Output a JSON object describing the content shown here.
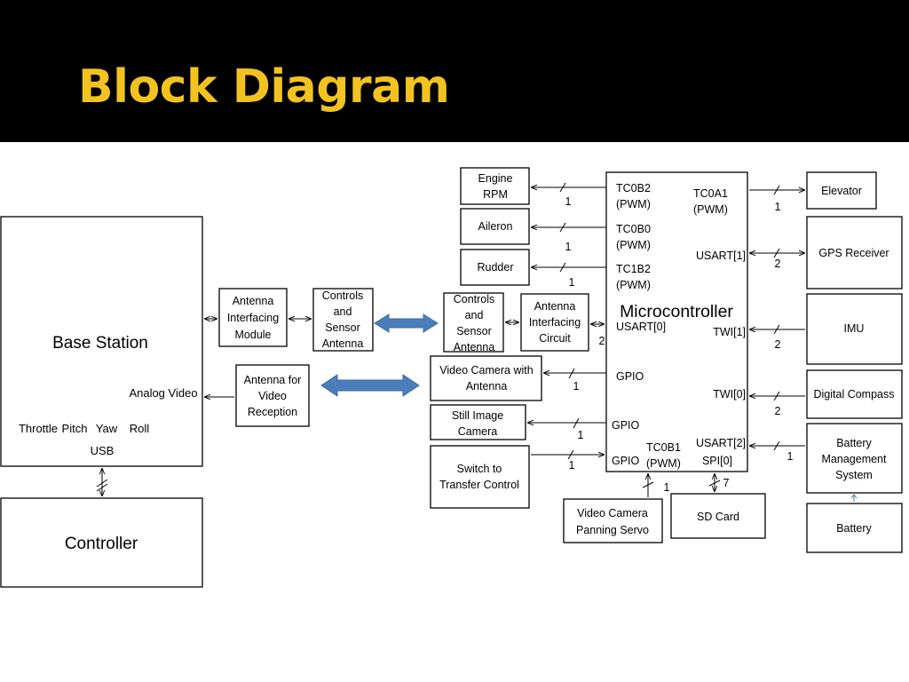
{
  "title": "Block Diagram",
  "colors": {
    "title": "#f2c320",
    "header_bg": "#000000",
    "link_arrow": "#4a7ebb"
  },
  "blocks": {
    "base_station": {
      "label": "Base Station",
      "analog_video": "Analog Video",
      "throttle": "Throttle",
      "pitch": "Pitch",
      "yaw": "Yaw",
      "roll": "Roll",
      "usb": "USB"
    },
    "controller": {
      "label": "Controller"
    },
    "ant_if_module": [
      "Antenna",
      "Interfacing",
      "Module"
    ],
    "ctrl_sensor_ant_left": [
      "Controls",
      "and",
      "Sensor",
      "Antenna"
    ],
    "ant_video_rx": [
      "Antenna for",
      "Video",
      "Reception"
    ],
    "ctrl_sensor_ant_right": [
      "Controls",
      "and",
      "Sensor",
      "Antenna"
    ],
    "ant_if_circuit": [
      "Antenna",
      "Interfacing",
      "Circuit"
    ],
    "engine_rpm": [
      "Engine",
      "RPM"
    ],
    "aileron": "Aileron",
    "rudder": "Rudder",
    "video_camera_antenna": [
      "Video Camera with",
      "Antenna"
    ],
    "still_image_camera": [
      "Still Image",
      "Camera"
    ],
    "switch_transfer": [
      "Switch to",
      "Transfer Control"
    ],
    "video_camera_servo": [
      "Video Camera",
      "Panning Servo"
    ],
    "sd_card": "SD Card",
    "elevator": "Elevator",
    "gps_receiver": "GPS Receiver",
    "imu": "IMU",
    "digital_compass": "Digital Compass",
    "battery_mgmt": [
      "Battery",
      "Management",
      "System"
    ],
    "battery": "Battery"
  },
  "microcontroller": {
    "label": "Microcontroller",
    "ports": {
      "tc0b2": [
        "TC0B2",
        "(PWM)"
      ],
      "tc0b0": [
        "TC0B0",
        "(PWM)"
      ],
      "tc1b2": [
        "TC1B2",
        "(PWM)"
      ],
      "tc0a1": [
        "TC0A1",
        "(PWM)"
      ],
      "usart1": "USART[1]",
      "usart0": "USART[0]",
      "twi1": "TWI[1]",
      "twi0": "TWI[0]",
      "gpio1": "GPIO",
      "gpio2": "GPIO",
      "gpio3": "GPIO",
      "tc0b1": [
        "TC0B1",
        "(PWM)"
      ],
      "usart2": "USART[2]",
      "spi0": "SPI[0]"
    }
  },
  "bus_widths": {
    "engine_rpm": "1",
    "aileron": "1",
    "rudder": "1",
    "ant_if_circuit": "2",
    "video_camera": "1",
    "still_camera": "1",
    "switch": "1",
    "servo": "1",
    "sd_card": "7",
    "elevator": "1",
    "gps": "2",
    "imu": "2",
    "compass": "2",
    "battery_mgmt": "1"
  }
}
